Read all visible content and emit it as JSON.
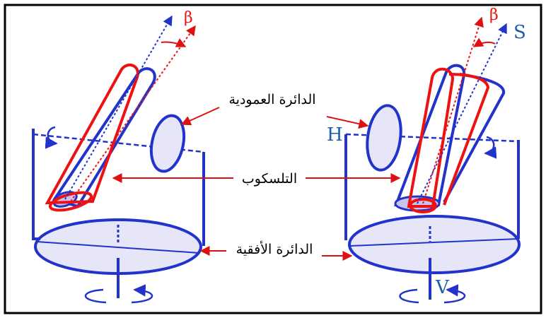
{
  "labels": {
    "vertical_circle": "الدائرة العمودية",
    "telescope": "التلسكوب",
    "horizontal_circle": "الدائرة الأفقية",
    "beta_left": "β",
    "beta_right": "β",
    "h_axis": "H",
    "s_axis": "S",
    "v_axis": "V"
  },
  "colors": {
    "frame": "#000000",
    "instrument": "#2233cc",
    "telescope_alt": "#ee1111",
    "arrow": "#dd1111",
    "axis_label": "#1a5fa8",
    "disc_fill": "#e6e6f8"
  }
}
